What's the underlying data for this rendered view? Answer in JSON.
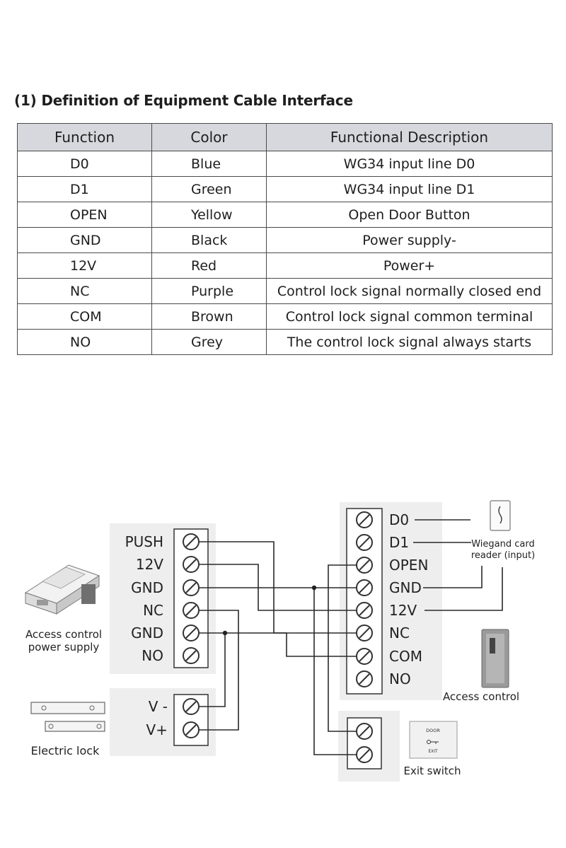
{
  "heading": "(1) Definition of Equipment Cable Interface",
  "table": {
    "headers": [
      "Function",
      "Color",
      "Functional Description"
    ],
    "rows": [
      [
        "D0",
        "Blue",
        "WG34 input line D0"
      ],
      [
        "D1",
        "Green",
        "WG34 input line D1"
      ],
      [
        "OPEN",
        "Yellow",
        "Open Door Button"
      ],
      [
        "GND",
        "Black",
        "Power supply-"
      ],
      [
        "12V",
        "Red",
        "Power+"
      ],
      [
        "NC",
        "Purple",
        "Control lock signal normally closed end"
      ],
      [
        "COM",
        "Brown",
        "Control lock signal common terminal"
      ],
      [
        "NO",
        "Grey",
        "The control lock signal always starts"
      ]
    ]
  },
  "diagram": {
    "power_supply_terminals": [
      "PUSH",
      "12V",
      "GND",
      "NC",
      "GND",
      "NO"
    ],
    "lock_terminals": [
      "V -",
      "V+"
    ],
    "controller_terminals": [
      "D0",
      "D1",
      "OPEN",
      "GND",
      "12V",
      "NC",
      "COM",
      "NO"
    ],
    "labels": {
      "power_supply": [
        "Access control",
        "power supply"
      ],
      "electric_lock": "Electric lock",
      "reader": [
        "Wiegand card",
        "reader (input)"
      ],
      "access_control": "Access control",
      "exit_switch": "Exit switch",
      "exit_door_text": "DOOR",
      "exit_exit_text": "EXIT"
    },
    "colors": {
      "wire": "#2a2a2a",
      "panel": "#eeeeee",
      "line": "#333333"
    }
  }
}
